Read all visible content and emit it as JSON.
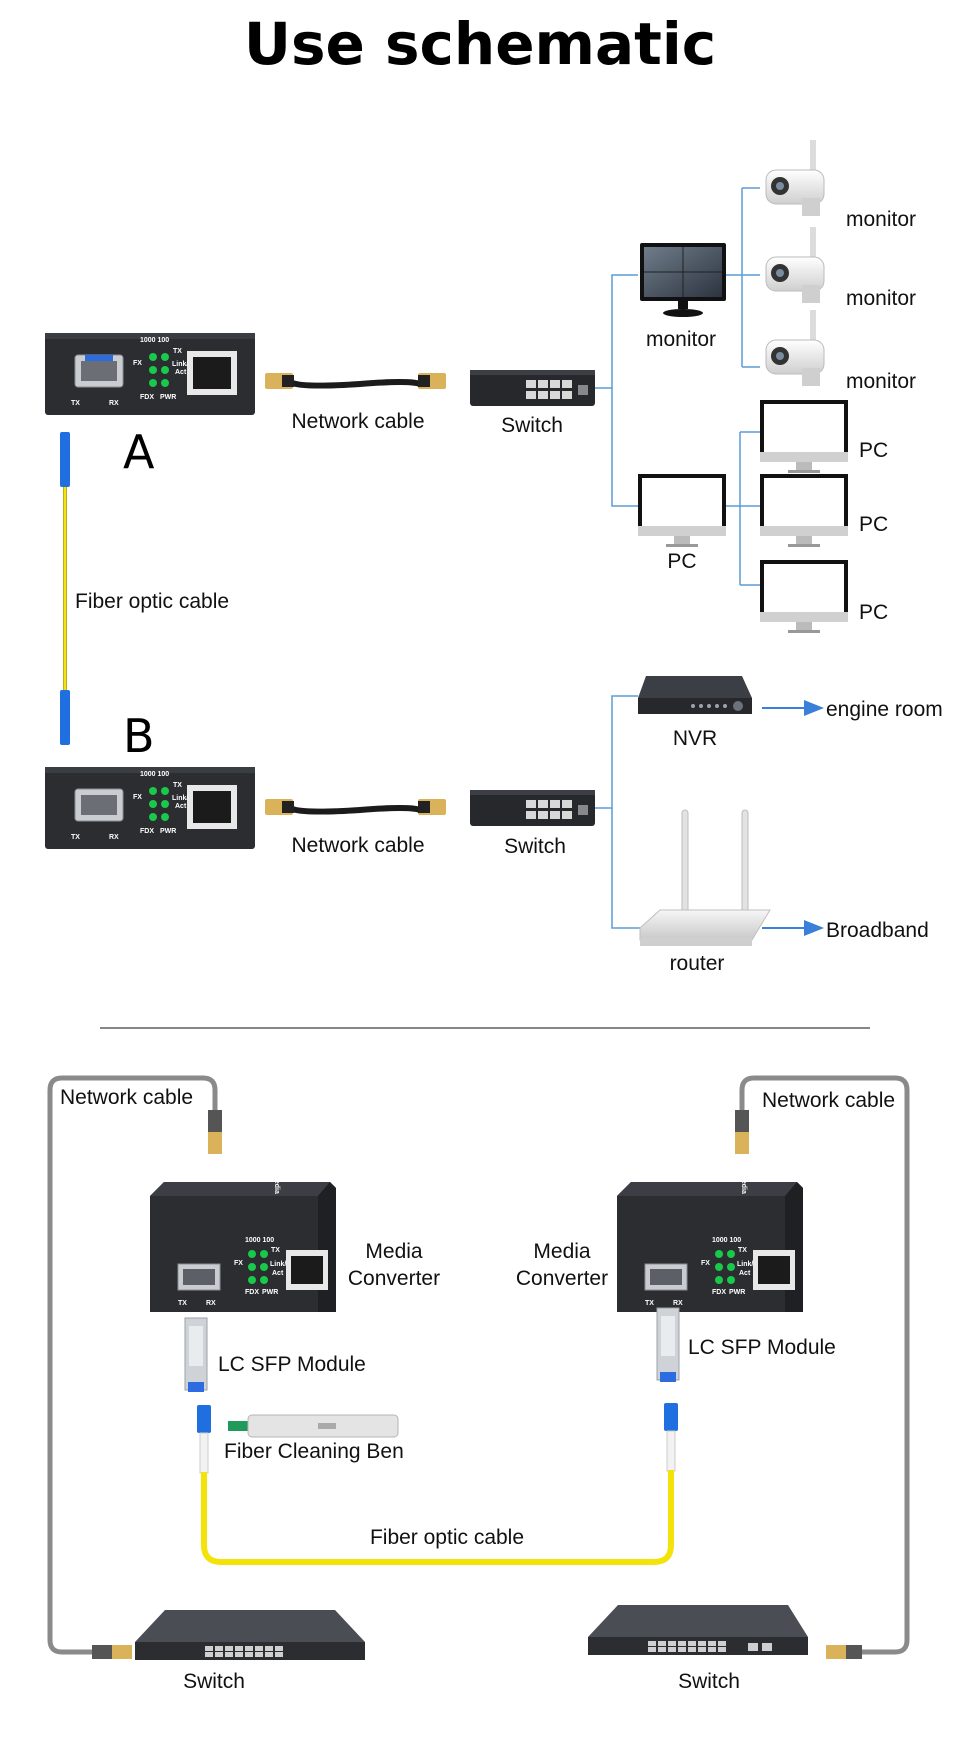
{
  "title": "Use schematic",
  "colors": {
    "background": "#ffffff",
    "link_line": "#5b9bd5",
    "arrow": "#3a7fd9",
    "device_body": "#2b2d31",
    "led": "#18c94a",
    "fiber_yellow": "#f4e20b",
    "fiber_jacket": "#b8ad25",
    "connector_blue": "#1f6fe0",
    "network_cable_gray": "#8a8a8a",
    "divider": "#555555"
  },
  "section_top": {
    "site_a": {
      "letter": "A",
      "converter_labels": {
        "speed": "1000 100",
        "fx": "FX",
        "tx": "TX",
        "link": "Link/",
        "act": "Act",
        "fdx": "FDX",
        "pwr": "PWR",
        "port_tx": "TX",
        "port_rx": "RX"
      },
      "cable_label": "Network cable",
      "switch_label": "Switch",
      "branch_monitor": {
        "label": "monitor",
        "cameras": [
          "monitor",
          "monitor",
          "monitor"
        ]
      },
      "branch_pc": {
        "label": "PC",
        "pcs": [
          "PC",
          "PC",
          "PC"
        ]
      }
    },
    "fiber_label": "Fiber optic cable",
    "site_b": {
      "letter": "B",
      "converter_labels": {
        "speed": "1000 100",
        "fx": "FX",
        "tx": "TX",
        "link": "Link/",
        "act": "Act",
        "fdx": "FDX",
        "pwr": "PWR",
        "port_tx": "TX",
        "port_rx": "RX"
      },
      "cable_label": "Network cable",
      "switch_label": "Switch",
      "nvr": {
        "label": "NVR",
        "target": "engine room"
      },
      "router": {
        "label": "router",
        "target": "Broadband"
      }
    }
  },
  "section_bottom": {
    "left": {
      "cable_label": "Network cable",
      "converter_label_line1": "Media",
      "converter_label_line2": "Converter",
      "converter_top_text": "Media Converter",
      "converter_labels": {
        "speed": "1000 100",
        "fx": "FX",
        "tx": "TX",
        "link": "Link/",
        "act": "Act",
        "fdx": "FDX",
        "pwr": "PWR",
        "port_tx": "TX",
        "port_rx": "RX"
      },
      "sfp_label": "LC SFP Module",
      "cleaner_label": "Fiber Cleaning Ben",
      "switch_label": "Switch"
    },
    "right": {
      "cable_label": "Network cable",
      "converter_label_line1": "Media",
      "converter_label_line2": "Converter",
      "converter_top_text": "Media Converter",
      "converter_labels": {
        "speed": "1000 100",
        "fx": "FX",
        "tx": "TX",
        "link": "Link/",
        "act": "Act",
        "fdx": "FDX",
        "pwr": "PWR",
        "port_tx": "TX",
        "port_rx": "RX"
      },
      "sfp_label": "LC SFP Module",
      "switch_label": "Switch"
    },
    "fiber_label": "Fiber optic cable"
  }
}
